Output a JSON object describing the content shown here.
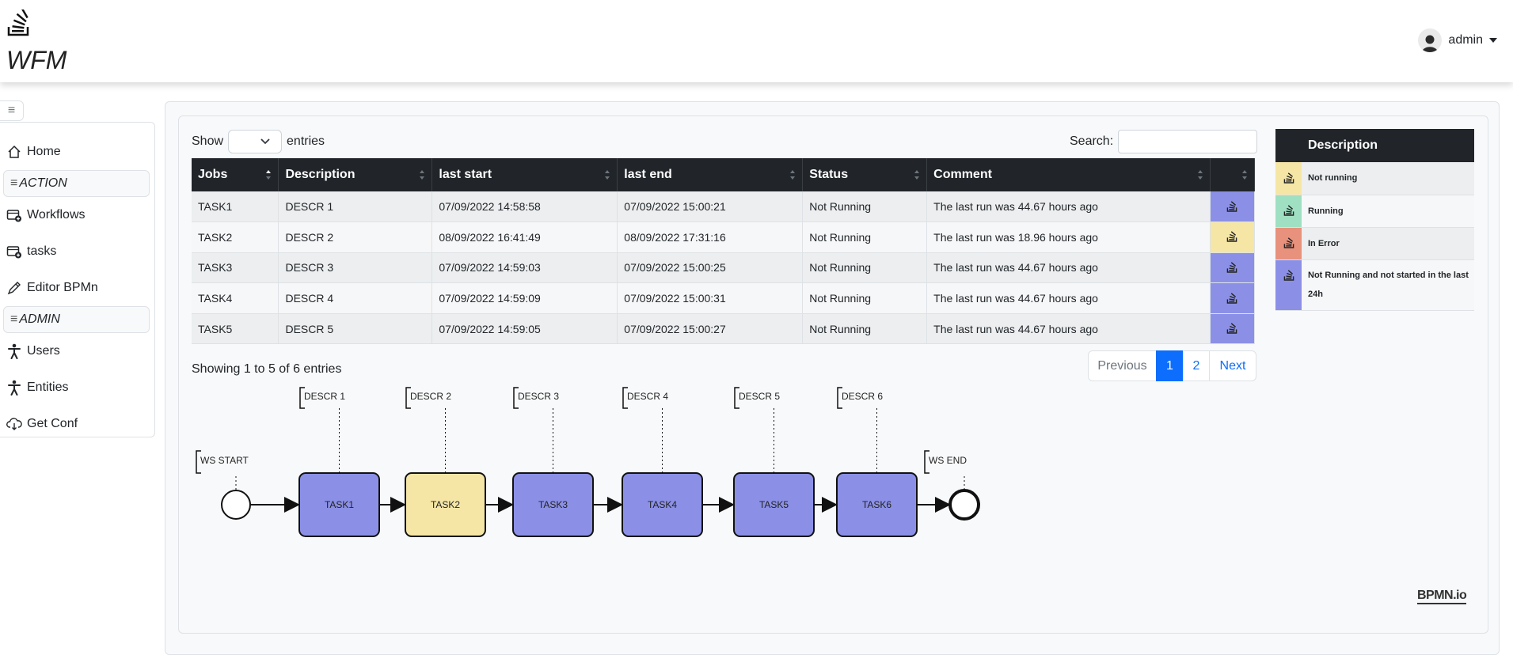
{
  "header": {
    "app_title": "WFM",
    "user": "admin"
  },
  "sidebar": {
    "items": [
      {
        "kind": "item",
        "label": "Home",
        "icon": "home-icon"
      },
      {
        "kind": "section",
        "label": "ACTION"
      },
      {
        "kind": "item",
        "label": "Workflows",
        "icon": "workflows-icon"
      },
      {
        "kind": "item",
        "label": "tasks",
        "icon": "tasks-icon"
      },
      {
        "kind": "item",
        "label": "Editor BPMn",
        "icon": "pen-icon"
      },
      {
        "kind": "section",
        "label": "ADMIN"
      },
      {
        "kind": "item",
        "label": "Users",
        "icon": "person-icon"
      },
      {
        "kind": "item",
        "label": "Entities",
        "icon": "person-icon"
      },
      {
        "kind": "item",
        "label": "Get Conf",
        "icon": "cloud-download-icon"
      }
    ]
  },
  "table_controls": {
    "show_label": "Show",
    "entries_label": "entries",
    "search_label": "Search:",
    "search_value": ""
  },
  "jobs_table": {
    "columns": [
      "Jobs",
      "Description",
      "last start",
      "last end",
      "Status",
      "Comment",
      ""
    ],
    "rows": [
      {
        "job": "TASK1",
        "description": "DESCR 1",
        "last_start": "07/09/2022 14:58:58",
        "last_end": "07/09/2022 15:00:21",
        "status": "Not Running",
        "comment": "The last run was 44.67 hours ago",
        "state": "stale"
      },
      {
        "job": "TASK2",
        "description": "DESCR 2",
        "last_start": "08/09/2022 16:41:49",
        "last_end": "08/09/2022 17:31:16",
        "status": "Not Running",
        "comment": "The last run was 18.96 hours ago",
        "state": "not-running"
      },
      {
        "job": "TASK3",
        "description": "DESCR 3",
        "last_start": "07/09/2022 14:59:03",
        "last_end": "07/09/2022 15:00:25",
        "status": "Not Running",
        "comment": "The last run was 44.67 hours ago",
        "state": "stale"
      },
      {
        "job": "TASK4",
        "description": "DESCR 4",
        "last_start": "07/09/2022 14:59:09",
        "last_end": "07/09/2022 15:00:31",
        "status": "Not Running",
        "comment": "The last run was 44.67 hours ago",
        "state": "stale"
      },
      {
        "job": "TASK5",
        "description": "DESCR 5",
        "last_start": "07/09/2022 14:59:05",
        "last_end": "07/09/2022 15:00:27",
        "status": "Not Running",
        "comment": "The last run was 44.67 hours ago",
        "state": "stale"
      }
    ]
  },
  "colors": {
    "not-running": "#f5e6a6",
    "running": "#9fe0c2",
    "error": "#e8917c",
    "stale": "#8b90e6",
    "header_dark": "#212529",
    "accent": "#0d6efd"
  },
  "legend": {
    "title": "Description",
    "rows": [
      {
        "state": "not-running",
        "label": "Not running"
      },
      {
        "state": "running",
        "label": "Running"
      },
      {
        "state": "error",
        "label": "In Error"
      },
      {
        "state": "stale",
        "label": "Not Running and not started in the last 24h"
      }
    ]
  },
  "footer_info": "Showing 1 to 5 of 6 entries",
  "pagination": {
    "previous": "Previous",
    "pages": [
      "1",
      "2"
    ],
    "active": "1",
    "next": "Next"
  },
  "diagram": {
    "start_label": "WS START",
    "end_label": "WS END",
    "tasks": [
      {
        "name": "TASK1",
        "annotation": "DESCR 1",
        "state": "stale"
      },
      {
        "name": "TASK2",
        "annotation": "DESCR 2",
        "state": "not-running"
      },
      {
        "name": "TASK3",
        "annotation": "DESCR 3",
        "state": "stale"
      },
      {
        "name": "TASK4",
        "annotation": "DESCR 4",
        "state": "stale"
      },
      {
        "name": "TASK5",
        "annotation": "DESCR 5",
        "state": "stale"
      },
      {
        "name": "TASK6",
        "annotation": "DESCR 6",
        "state": "stale"
      }
    ],
    "watermark": "BPMN.io"
  }
}
